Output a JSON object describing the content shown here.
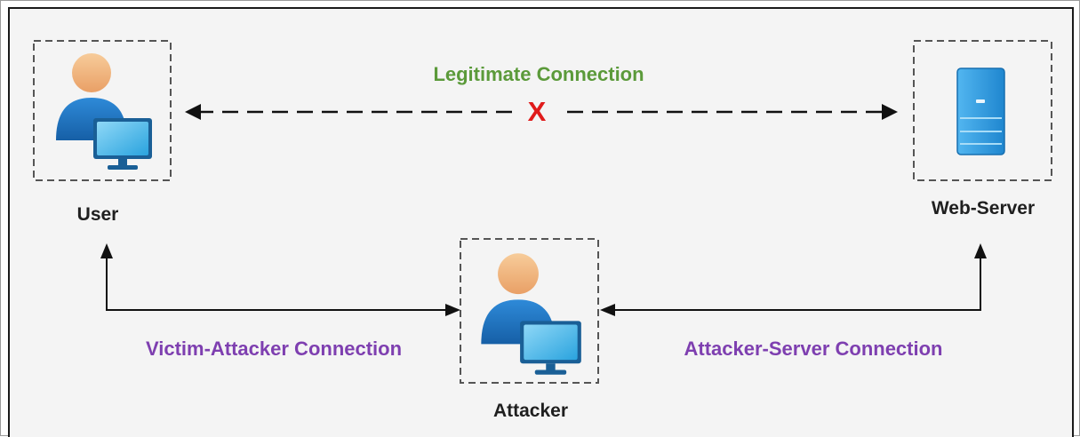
{
  "nodes": {
    "user": {
      "label": "User"
    },
    "web_server": {
      "label": "Web-Server"
    },
    "attacker": {
      "label": "Attacker"
    }
  },
  "connections": {
    "legitimate": {
      "label": "Legitimate Connection",
      "status_mark": "X",
      "status": "blocked"
    },
    "victim_attacker": {
      "label": "Victim-Attacker Connection"
    },
    "attacker_server": {
      "label": "Attacker-Server Connection"
    }
  },
  "colors": {
    "legitimate_label": "#5b9a3a",
    "hijack_labels": "#7e3fb0",
    "blocked_mark": "#e01b1b",
    "person_body": "#1f78c8",
    "person_head": "#f2b47a",
    "monitor_screen": "#45b8ea",
    "server_body": "#2a9be0"
  },
  "icons": [
    "user-person-icon",
    "monitor-icon",
    "server-icon",
    "attacker-person-icon"
  ]
}
